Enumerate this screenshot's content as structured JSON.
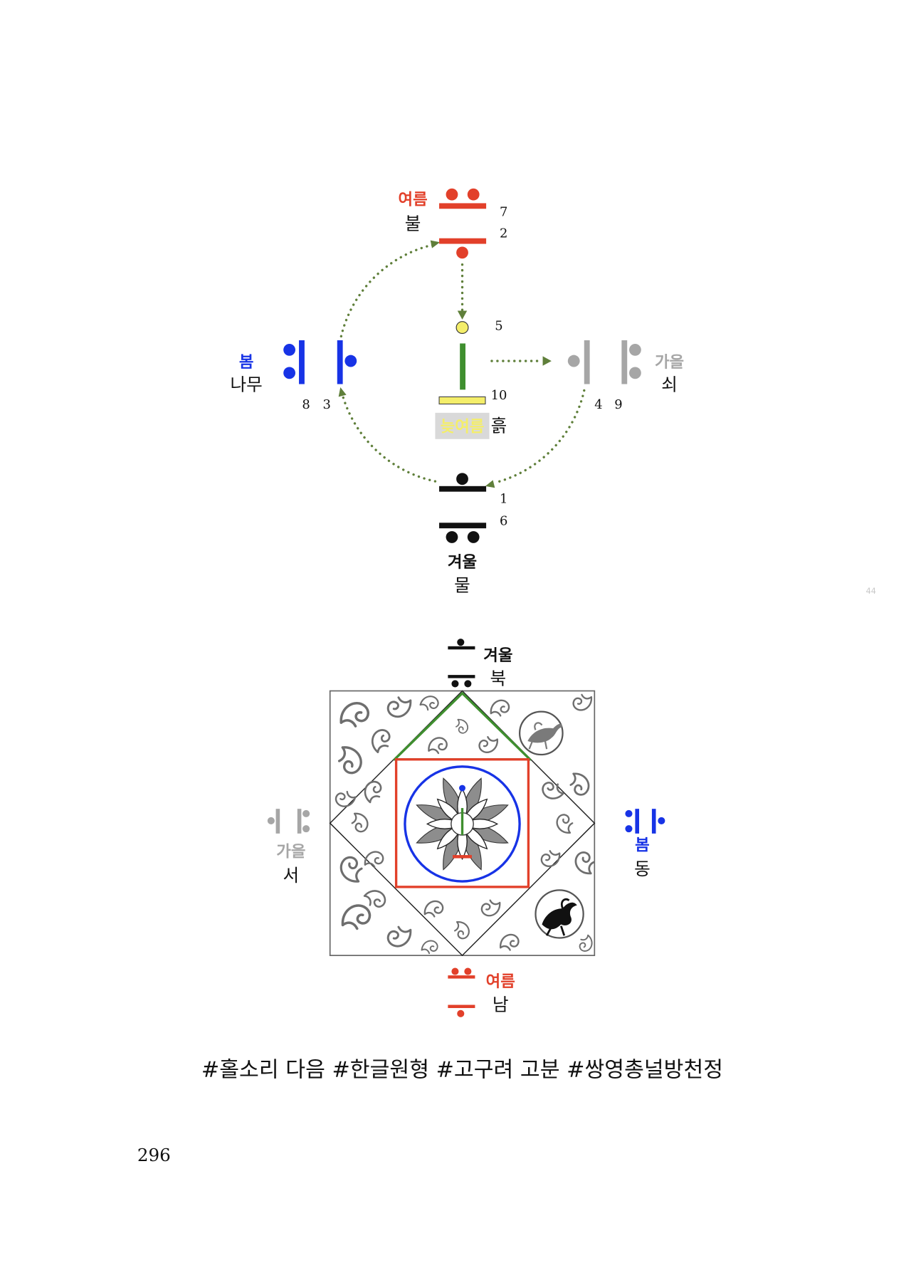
{
  "top_diagram": {
    "summer": {
      "season": "여름",
      "element": "불",
      "numbers": [
        "7",
        "2"
      ]
    },
    "late_summer": {
      "numbers": [
        "5",
        "10"
      ],
      "season": "늦여름",
      "element": "흙"
    },
    "spring": {
      "season": "봄",
      "element": "나무",
      "numbers": [
        "8",
        "3"
      ]
    },
    "autumn": {
      "season": "가을",
      "element": "쇠",
      "numbers": [
        "4",
        "9"
      ]
    },
    "winter": {
      "season": "겨울",
      "element": "물",
      "numbers": [
        "1",
        "6"
      ]
    }
  },
  "margin_marker": "44",
  "bottom_diagram": {
    "north": {
      "season": "겨울",
      "direction": "북"
    },
    "west": {
      "season": "가을",
      "direction": "서"
    },
    "east": {
      "season": "봄",
      "direction": "동"
    },
    "south": {
      "season": "여름",
      "direction": "남"
    }
  },
  "caption": "#홀소리 다음 #한글원형 #고구려 고분 #쌍영총널방천정",
  "page_number": "296",
  "colors": {
    "summer": "#e2402a",
    "spring": "#1733e6",
    "autumn": "#a6a6a6",
    "winter": "#111111",
    "earth_green": "#3f8f2f",
    "earth_yellow": "#f4ee6a",
    "late_summer_bg": "#d9d9d9",
    "arrow": "#5f7f3a"
  }
}
